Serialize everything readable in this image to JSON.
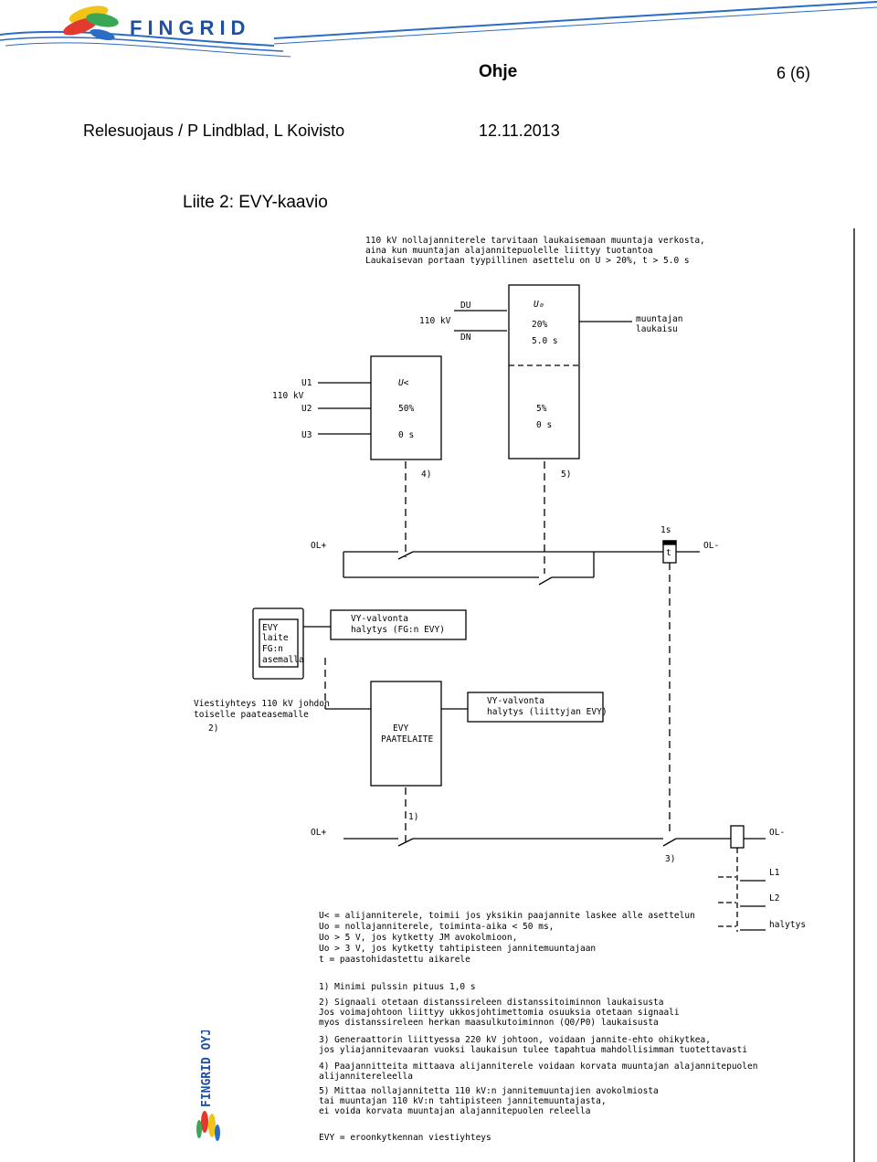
{
  "header": {
    "brand": "FINGRID",
    "doc_type": "Ohje",
    "page": "6 (6)",
    "subtitle": "Relesuojaus / P Lindblad, L Koivisto",
    "date": "12.11.2013",
    "attachment_title": "Liite 2: EVY-kaavio"
  },
  "diagram": {
    "top_note": [
      "110 kV nollajanniterele tarvitaan laukaisemaan muuntaja verkosta,",
      "aina kun muuntajan alajannitepuolelle liittyy tuotantoa",
      "Laukaisevan portaan tyypillinen asettelu on U > 20%, t > 5.0 s"
    ],
    "du_label": "DU",
    "dn_label": "DN",
    "uo_label": "U₀",
    "voltage_110": "110 kV",
    "uo_setting_pct": "20%",
    "uo_setting_time": "5.0 s",
    "trip_label_1": "muuntajan",
    "trip_label_2": "laukaisu",
    "u1": "U1",
    "u2": "U2",
    "u3": "U3",
    "u_under": "U<",
    "u_under_pct": "50%",
    "u_under_time": "0 s",
    "uo_pct_2": "5%",
    "uo_time_2": "0 s",
    "ref4": "4)",
    "ref5": "5)",
    "ol_plus": "OL+",
    "ol_minus": "OL-",
    "delay_1s": "1s",
    "t_label": "t",
    "evy_station_lines": [
      "EVY",
      "laite",
      "FG:n",
      "asemalla"
    ],
    "vy_alarm_fg_1": "VY-valvonta",
    "vy_alarm_fg_2": "halytys (FG:n EVY)",
    "link_text_1": "Viestiyhteys 110 kV johdon",
    "link_text_2": "toiselle paateasemalle",
    "ref2": "2)",
    "evy_main_1": "EVY",
    "evy_main_2": "PAATELAITE",
    "vy_alarm_conn_1": "VY-valvonta",
    "vy_alarm_conn_2": "halytys (liittyjan EVY)",
    "ref1": "1)",
    "ref3": "3)",
    "l1": "L1",
    "l2": "L2",
    "halytys": "halytys",
    "legend": [
      "U< = alijanniterele, toimii jos yksikin paajannite laskee alle asettelun",
      "Uo = nollajanniterele, toiminta-aika < 50 ms,",
      "Uo > 5 V, jos kytketty JM avokolmioon,",
      "Uo > 3 V, jos kytketty tahtipisteen jannitemuuntajaan",
      "t = paastohidastettu aikarele"
    ],
    "notes": [
      [
        "1) Minimi pulssin pituus 1,0 s"
      ],
      [
        "2) Signaali otetaan distanssireleen distanssitoiminnon laukaisusta",
        "Jos voimajohtoon liittyy ukkosjohtimettomia osuuksia otetaan signaali",
        "myos distanssireleen herkan maasulkutoiminnon (Q0/P0) laukaisusta"
      ],
      [
        "3) Generaattorin liittyessa 220 kV johtoon, voidaan jannite-ehto ohikytkea,",
        "jos yliajannitevaaran vuoksi laukaisun tulee tapahtua mahdollisimman tuotettavasti"
      ],
      [
        "4) Paajannitteita mittaava alijanniterele voidaan korvata muuntajan alajannitepuolen",
        "alijannitereleella"
      ],
      [
        "5) Mittaa nollajannitetta 110 kV:n jannitemuuntajien avokolmiosta",
        "tai muuntajan 110 kV:n tahtipisteen jannitemuuntajasta,",
        "ei voida korvata muuntajan alajannitepuolen releella"
      ]
    ],
    "evy_def": "EVY = eroonkytkennan viestiyhteys"
  },
  "side_logo": "FINGRID OYJ"
}
